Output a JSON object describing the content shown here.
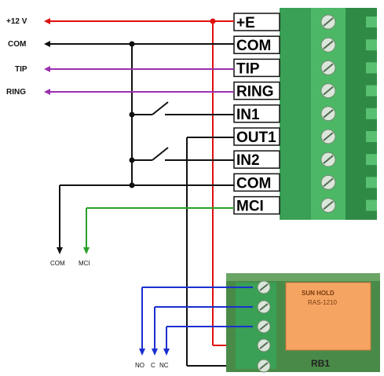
{
  "left_labels": {
    "p12v": "+12 V",
    "com": "COM",
    "tip": "TIP",
    "ring": "RING"
  },
  "terminals": [
    "+E",
    "COM",
    "TIP",
    "RING",
    "IN1",
    "OUT1",
    "IN2",
    "COM",
    "MCI"
  ],
  "bottom_labels": {
    "com": "COM",
    "mci": "MCI"
  },
  "relay_outputs": {
    "no": "NO",
    "c": "C",
    "nc": "NC"
  },
  "relay_module": {
    "brand": "SUN HOLD",
    "model": "RAS-1210",
    "board_label": "RB1"
  },
  "colors": {
    "power_wire": "#e01010",
    "signal_wire": "#9b30b0",
    "ground_wire": "#111111",
    "mci_wire": "#2aa02a",
    "relay_wire": "#1b2fd0",
    "connector_green": "#3aa055",
    "pcb_green": "#4a8a48",
    "relay_orange": "#f5a462"
  }
}
